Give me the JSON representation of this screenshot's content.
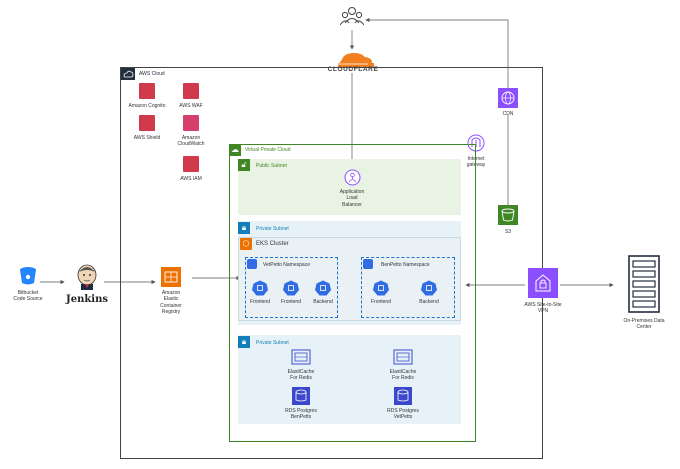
{
  "external": {
    "users_icon": "users-icon",
    "cloudflare": "CLOUDFLARE",
    "bitbucket": "Bitbucket\nCode Source",
    "jenkins": "Jenkins",
    "on_prem": "On-Premises Data\nCenter"
  },
  "aws": {
    "cloud_label": "AWS Cloud",
    "cognito": "Amazon Cognito",
    "waf": "AWS WAF",
    "shield": "AWS Shield",
    "cloudwatch": "Amazon\nCloudWatch",
    "iam": "AWS IAM",
    "ecr": "Amazon\nElastic\nContainer\nRegistry",
    "cdn": "CDN",
    "igw": "Internet\ngateway",
    "s3": "S3",
    "vpn": "AWS Site-to-Site\nVPN"
  },
  "vpc": {
    "label": "Virtual Private Cloud",
    "public_subnet": "Public Subnet",
    "alb": "Application\nLoad\nBalancer",
    "private_subnet_1": "Private Subnet",
    "eks": "EKS Cluster",
    "ns_vet": "VetPetto Namespace",
    "ns_ben": "BenPetto Namespace",
    "frontend": "Frontend",
    "backend": "Backend",
    "private_subnet_2": "Private Subnet",
    "elasticache": "ElastiCache\nFor Redis",
    "rds_ben": "RDS Postgres\nBenPetts",
    "rds_vet": "RDS Postgres\nVetPetts"
  },
  "colors": {
    "vpc_green": "#3f8624",
    "public_bg": "#e8f3e4",
    "private_bg": "#e6f2f8",
    "k8s_blue": "#326ce5",
    "aws_purple": "#8c4fff",
    "aws_orange": "#ed7100",
    "security_red": "#dd344c",
    "storage_green": "#3f8624",
    "db_blue": "#3b48cc",
    "cloudflare_orange": "#f38020"
  }
}
